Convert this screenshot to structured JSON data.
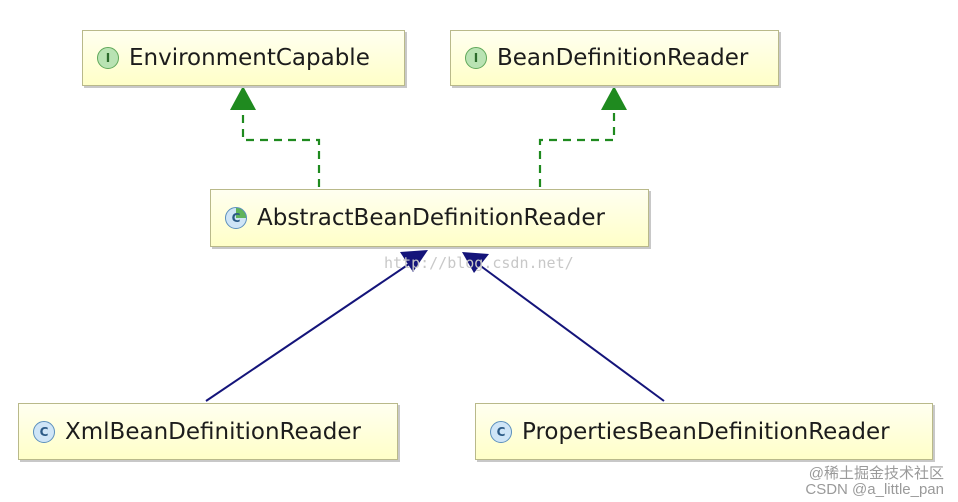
{
  "nodes": {
    "environment_capable": {
      "label": "EnvironmentCapable",
      "kind": "interface",
      "badge": "I"
    },
    "bean_definition_reader": {
      "label": "BeanDefinitionReader",
      "kind": "interface",
      "badge": "I"
    },
    "abstract_bean_definition_reader": {
      "label": "AbstractBeanDefinitionReader",
      "kind": "abstract-class",
      "badge": "C"
    },
    "xml_bean_definition_reader": {
      "label": "XmlBeanDefinitionReader",
      "kind": "class",
      "badge": "C"
    },
    "properties_bean_definition_reader": {
      "label": "PropertiesBeanDefinitionReader",
      "kind": "class",
      "badge": "C"
    }
  },
  "relations": [
    {
      "from": "abstract_bean_definition_reader",
      "to": "environment_capable",
      "type": "implements"
    },
    {
      "from": "abstract_bean_definition_reader",
      "to": "bean_definition_reader",
      "type": "implements"
    },
    {
      "from": "xml_bean_definition_reader",
      "to": "abstract_bean_definition_reader",
      "type": "extends"
    },
    {
      "from": "properties_bean_definition_reader",
      "to": "abstract_bean_definition_reader",
      "type": "extends"
    }
  ],
  "colors": {
    "implements": "#1f8a1f",
    "extends": "#14147a",
    "node_fill": "#ffffc8"
  },
  "watermark": "http://blog.csdn.net/",
  "credit": {
    "line1": "@稀土掘金技术社区",
    "line2": "CSDN @a_little_pan"
  }
}
